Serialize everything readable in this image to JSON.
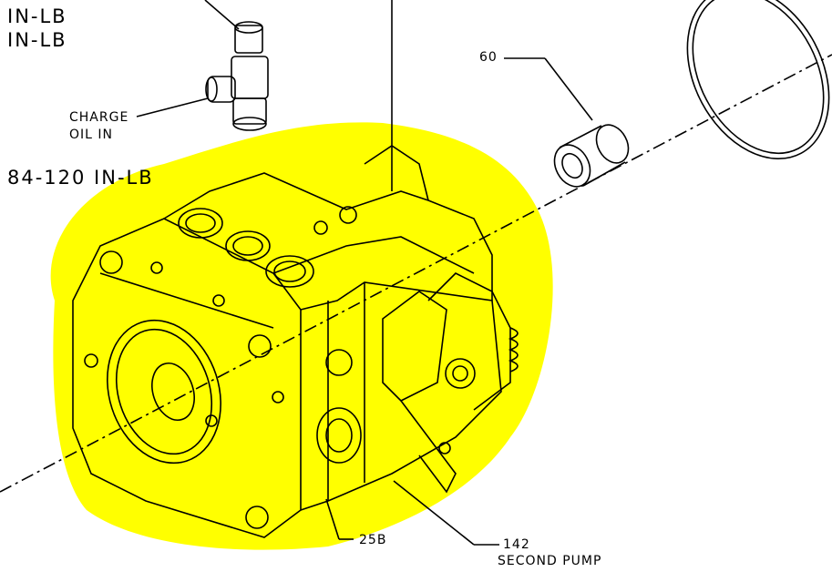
{
  "torque_labels": [
    "IN-LB",
    "IN-LB"
  ],
  "torque_spec": "84-120 IN-LB",
  "charge_oil_label": [
    "CHARGE",
    "OIL IN"
  ],
  "callouts": {
    "coupler": "60",
    "seal": "25B",
    "pump_number": "142",
    "pump_name": "SECOND PUMP"
  },
  "colors": {
    "highlight": "#ffff00",
    "line": "#000000",
    "background": "#ffffff"
  }
}
